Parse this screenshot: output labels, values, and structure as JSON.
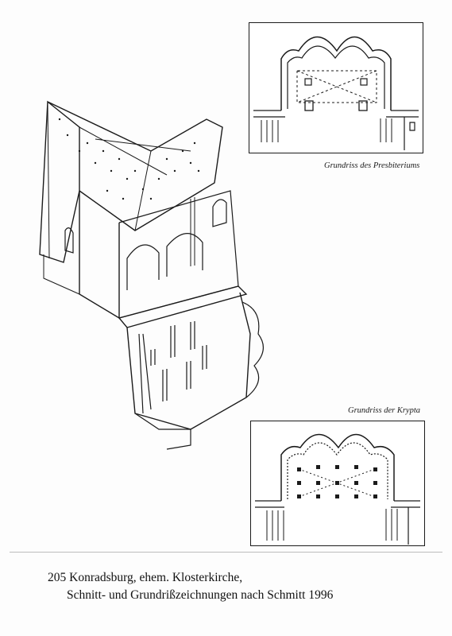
{
  "figure": {
    "number": "205",
    "caption_line1": "205 Konradsburg, ehem. Klosterkirche,",
    "caption_line2": "Schnitt- und Grundrißzeichnungen nach Schmitt 1996"
  },
  "plans": {
    "presbyterium_label": "Grundriss des Presbiteriums",
    "krypta_label": "Grundriss der Krypta"
  }
}
